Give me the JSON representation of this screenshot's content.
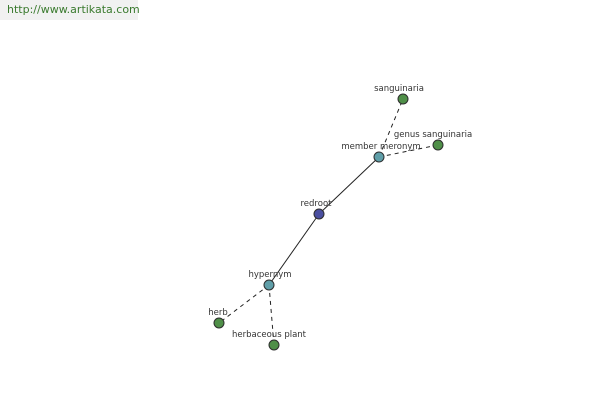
{
  "watermark": {
    "text": "http://www.artikata.com",
    "text_color": "#3a7a2e"
  },
  "graph": {
    "colors": {
      "center_node": "#4a4fa0",
      "relation_node": "#5f9ea8",
      "term_node": "#4f8f48",
      "node_stroke": "#2d2d2d",
      "edge": "#222222",
      "label": "#333333"
    },
    "nodes": [
      {
        "id": "redroot",
        "label": "redroot",
        "kind": "center"
      },
      {
        "id": "member-meronym",
        "label": "member meronym",
        "kind": "relation"
      },
      {
        "id": "hypernym",
        "label": "hypernym",
        "kind": "relation"
      },
      {
        "id": "sanguinaria",
        "label": "sanguinaria",
        "kind": "term"
      },
      {
        "id": "genus-sanguinaria",
        "label": "genus sanguinaria",
        "kind": "term"
      },
      {
        "id": "herb",
        "label": "herb",
        "kind": "term"
      },
      {
        "id": "herbaceous-plant",
        "label": "herbaceous plant",
        "kind": "term"
      }
    ],
    "edges": [
      {
        "from": "redroot",
        "to": "member-meronym",
        "style": "solid"
      },
      {
        "from": "redroot",
        "to": "hypernym",
        "style": "solid"
      },
      {
        "from": "member-meronym",
        "to": "sanguinaria",
        "style": "dashed"
      },
      {
        "from": "member-meronym",
        "to": "genus-sanguinaria",
        "style": "dashed"
      },
      {
        "from": "hypernym",
        "to": "herb",
        "style": "dashed"
      },
      {
        "from": "hypernym",
        "to": "herbaceous-plant",
        "style": "dashed"
      }
    ]
  }
}
